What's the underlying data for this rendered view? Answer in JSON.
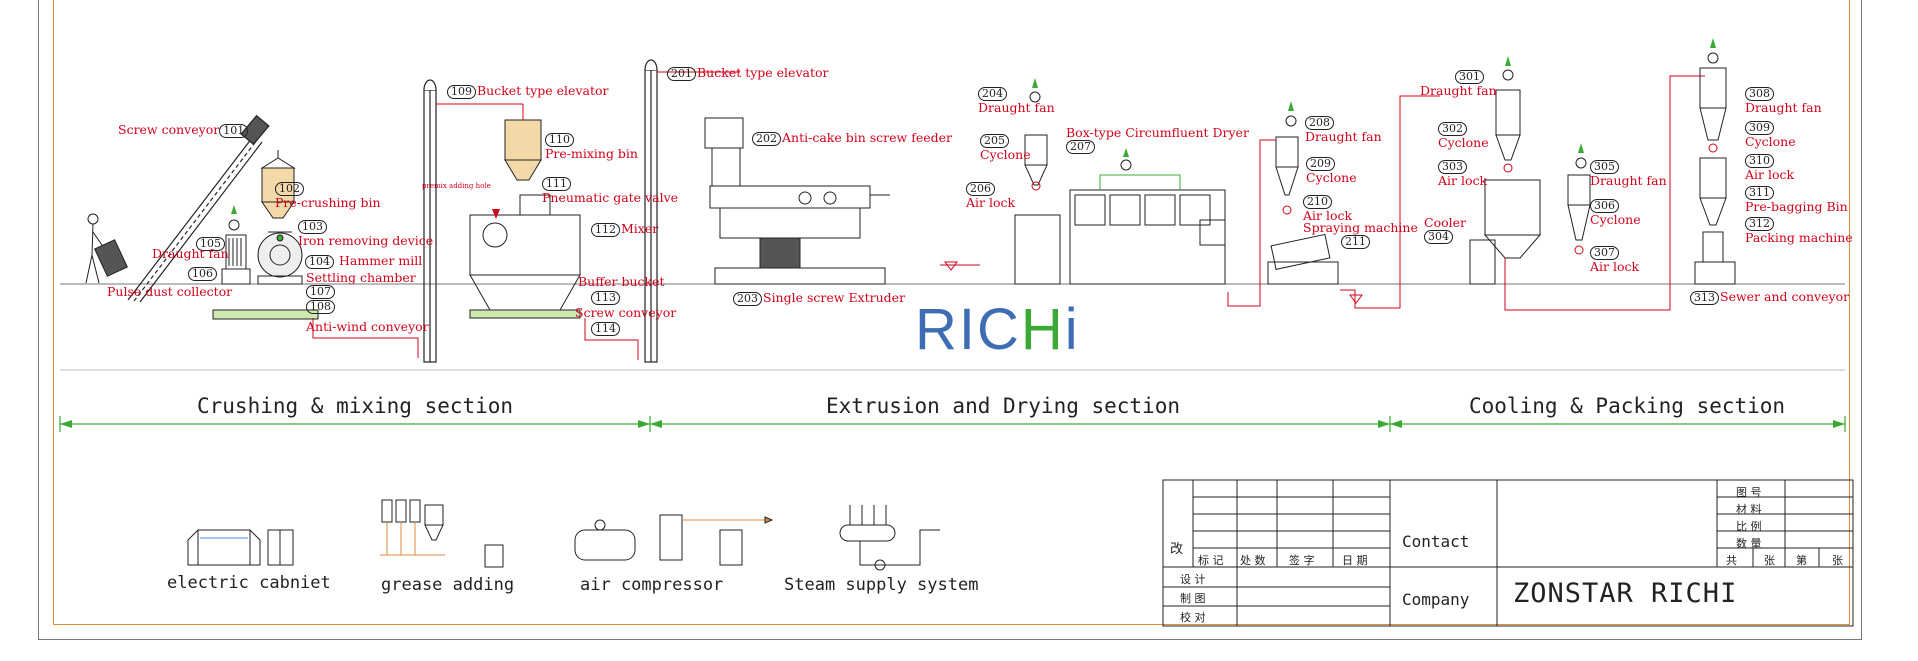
{
  "brand": {
    "logo_part1": "RIC",
    "logo_part2": "H",
    "logo_part3": "i",
    "color_blue": "#3f6db3",
    "color_green": "#3aaa35",
    "label_color": "#d0021b",
    "frame_color": "#e08a3c"
  },
  "labels": {
    "l101": {
      "text": "Screw conveyor",
      "num": "101"
    },
    "l102": {
      "num": "102",
      "text": "Pre-crushing bin"
    },
    "l103": {
      "num": "103",
      "text": "Iron removing device"
    },
    "l104": {
      "num": "104",
      "text": "Hammer mill"
    },
    "l105": {
      "num": "105"
    },
    "l105t": {
      "text": "Draught fan"
    },
    "l106": {
      "num": "106"
    },
    "l106t": {
      "text": "Pulse dust collector"
    },
    "l107": {
      "num": "107",
      "text": "Settling chamber"
    },
    "l108": {
      "num": "108"
    },
    "l108t": {
      "text": "Anti-wind conveyor"
    },
    "l109": {
      "num": "109",
      "text": "Bucket type elevator"
    },
    "l110": {
      "num": "110",
      "text": "Pre-mixing bin"
    },
    "l111": {
      "num": "111",
      "text": "Pneumatic gate valve"
    },
    "l112": {
      "num": "112",
      "text": "Mixer"
    },
    "l113": {
      "num": "113"
    },
    "l113t": {
      "text": "Buffer bucket"
    },
    "l114t": {
      "text": "Screw conveyor"
    },
    "l114": {
      "num": "114"
    },
    "premix": {
      "text": "premix adding hole"
    },
    "l201": {
      "num": "201",
      "text": "Bucket type elevator"
    },
    "l202": {
      "num": "202",
      "text": "Anti-cake bin screw feeder"
    },
    "l203": {
      "num": "203",
      "text": "Single screw Extruder"
    },
    "l204": {
      "num": "204"
    },
    "l204t": {
      "text": "Draught fan"
    },
    "l205": {
      "num": "205"
    },
    "l205t": {
      "text": "Cyclone"
    },
    "l206": {
      "num": "206"
    },
    "l206t": {
      "text": "Air lock"
    },
    "l207t": {
      "text": "Box-type Circumfluent Dryer"
    },
    "l207": {
      "num": "207"
    },
    "l208": {
      "num": "208",
      "text": "Draught fan"
    },
    "l209": {
      "num": "209"
    },
    "l209t": {
      "text": "Cyclone"
    },
    "l210": {
      "num": "210"
    },
    "l210t": {
      "text": "Air lock"
    },
    "l211t": {
      "text": "Spraying machine"
    },
    "l211": {
      "num": "211"
    },
    "l301": {
      "num": "301"
    },
    "l301t": {
      "text": "Draught fan"
    },
    "l302": {
      "num": "302"
    },
    "l302t": {
      "text": "Cyclone"
    },
    "l303": {
      "num": "303"
    },
    "l303t": {
      "text": "Air lock"
    },
    "l304t": {
      "text": "Cooler"
    },
    "l304": {
      "num": "304"
    },
    "l305": {
      "num": "305",
      "text": "Draught fan"
    },
    "l306": {
      "num": "306",
      "text": "Cyclone"
    },
    "l307": {
      "num": "307",
      "text": "Air lock"
    },
    "l308": {
      "num": "308"
    },
    "l308t": {
      "text": "Draught fan"
    },
    "l309": {
      "num": "309"
    },
    "l309t": {
      "text": "Cyclone"
    },
    "l310": {
      "num": "310"
    },
    "l310t": {
      "text": "Air lock"
    },
    "l311": {
      "num": "311"
    },
    "l311t": {
      "text": "Pre-bagging Bin"
    },
    "l312": {
      "num": "312"
    },
    "l312t": {
      "text": "Packing machine"
    },
    "l313": {
      "num": "313",
      "text": "Sewer and conveyor"
    }
  },
  "sections": {
    "s1": "Crushing & mixing section",
    "s2": "Extrusion and Drying section",
    "s3": "Cooling & Packing section"
  },
  "utilities": {
    "u1": "electric cabniet",
    "u2": "grease adding",
    "u3": "air compressor",
    "u4": "Steam supply system"
  },
  "title_block": {
    "gai": "改",
    "col1": "标 记",
    "col2": "处 数",
    "col3": "签 字",
    "col4": "日 期",
    "r1": "设 计",
    "r2": "制 图",
    "r3": "校 对",
    "contact": "Contact",
    "company": "Company",
    "company_name": "ZONSTAR RICHI",
    "k1": "图 号",
    "k2": "材 料",
    "k3": "比 例",
    "k4": "数 量",
    "k5a": "共",
    "k5b": "张",
    "k5c": "第",
    "k5d": "张"
  }
}
